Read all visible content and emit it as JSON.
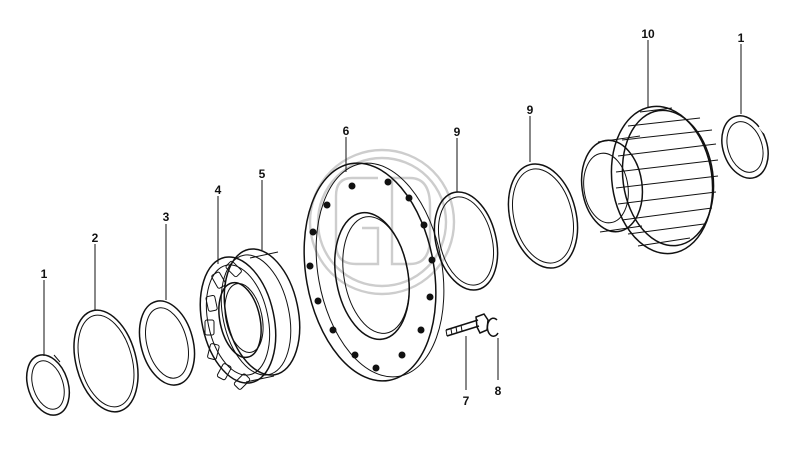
{
  "callouts": {
    "c1_left": "1",
    "c2": "2",
    "c3": "3",
    "c4": "4",
    "c5": "5",
    "c6": "6",
    "c7": "7",
    "c8": "8",
    "c9_a": "9",
    "c9_b": "9",
    "c10": "10",
    "c1_right": "1"
  },
  "colors": {
    "line": "#111111",
    "watermark": "#bcbcbc",
    "background": "#ffffff"
  }
}
